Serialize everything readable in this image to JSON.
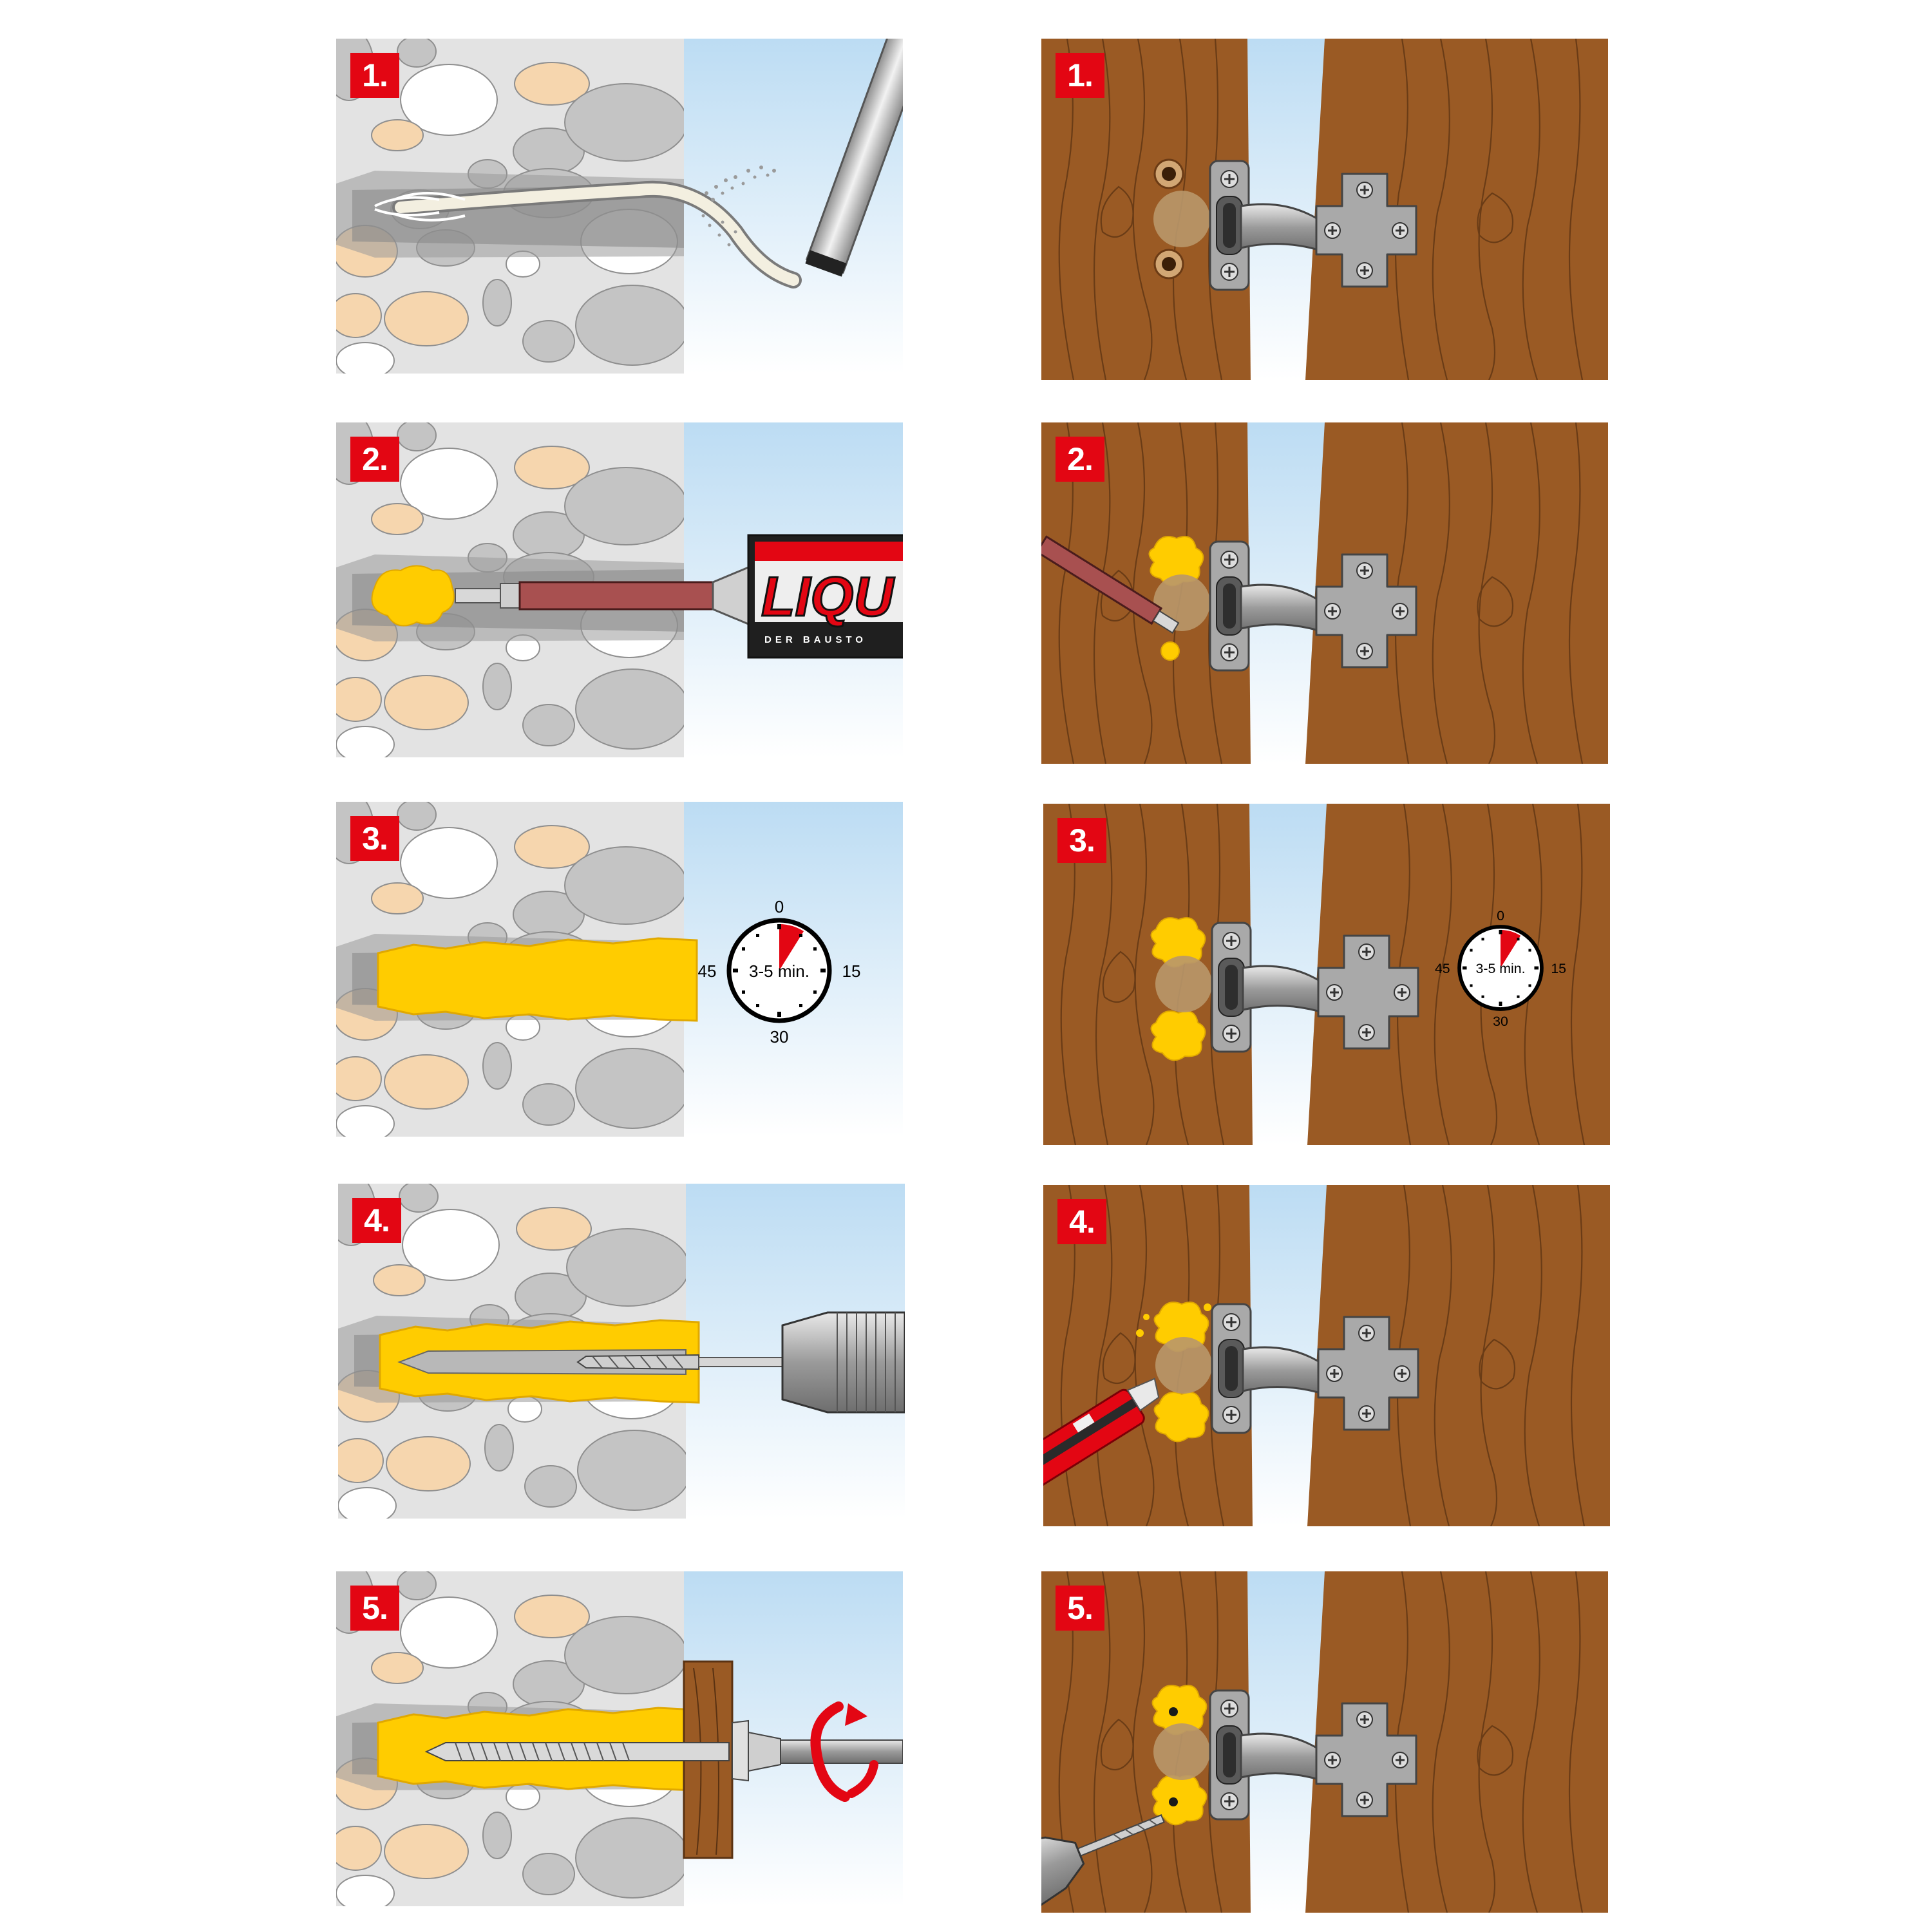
{
  "steps": {
    "s1": "1.",
    "s2": "2.",
    "s3": "3.",
    "s4": "4.",
    "s5": "5."
  },
  "timer": {
    "label": "3-5 min.",
    "mark_0": "0",
    "mark_15": "15",
    "mark_30": "30",
    "mark_45": "45"
  },
  "cartridge": {
    "brand": "LIQU",
    "slogan": "DER BAUSTO"
  },
  "colors": {
    "badge": "#e30613",
    "mortar": "#ffcc00",
    "wood": "#9a5a24",
    "sky": "#cfe6f6",
    "wall": "#e3e3e3"
  }
}
